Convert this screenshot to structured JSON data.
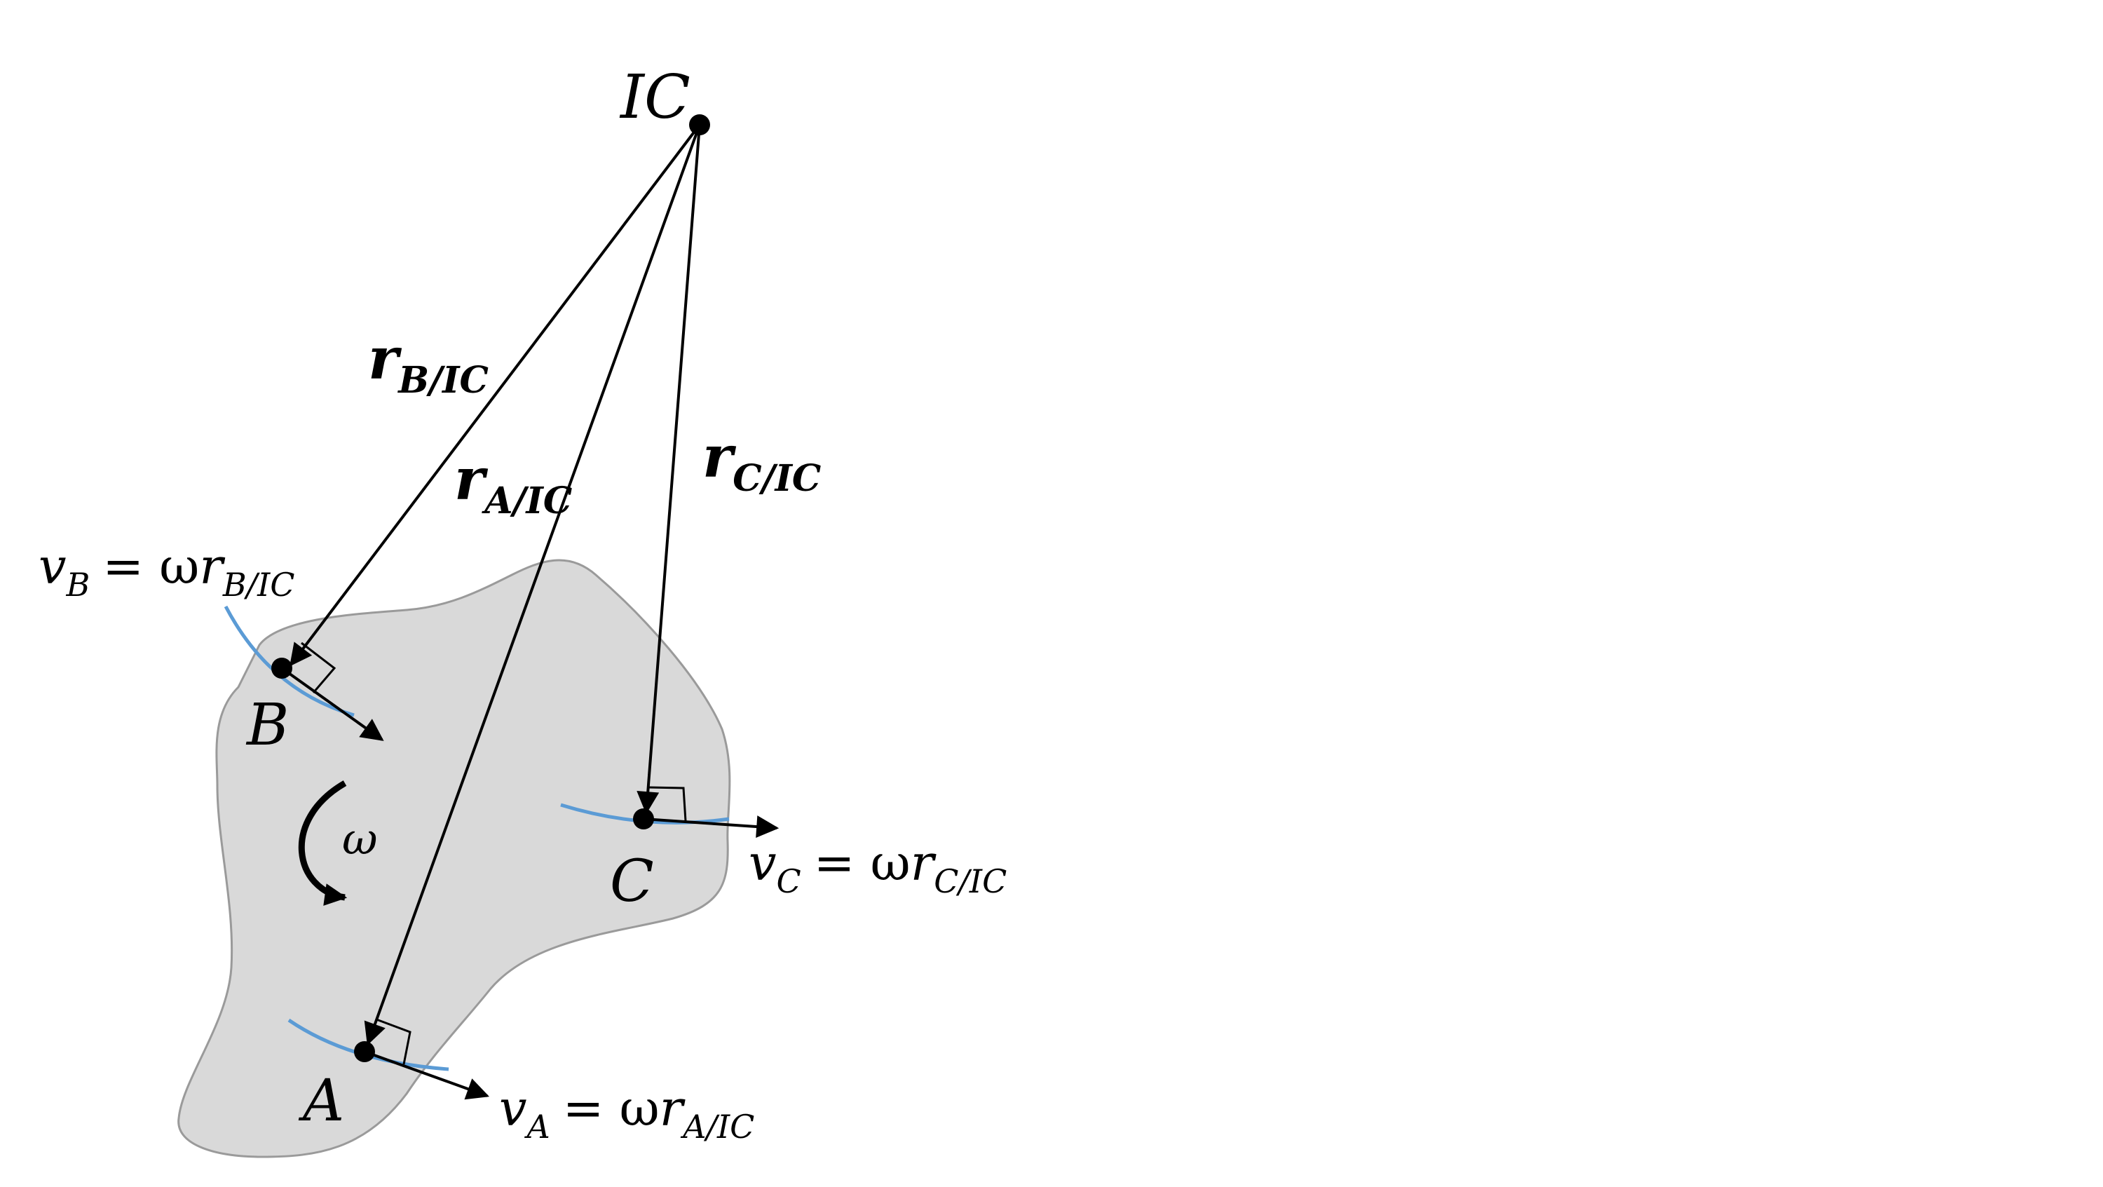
{
  "labels": {
    "ic": "IC",
    "point_a": "A",
    "point_b": "B",
    "point_c": "C",
    "omega": "ω",
    "r_b": {
      "main": "r",
      "sub": "B/IC"
    },
    "r_a": {
      "main": "r",
      "sub": "A/IC"
    },
    "r_c": {
      "main": "r",
      "sub": "C/IC"
    },
    "v_b": {
      "v": "v",
      "v_sub": "B",
      "eq": "= ω",
      "r": "r",
      "r_sub": "B/IC"
    },
    "v_c": {
      "v": "v",
      "v_sub": "C",
      "eq": "= ω",
      "r": "r",
      "r_sub": "C/IC"
    },
    "v_a": {
      "v": "v",
      "v_sub": "A",
      "eq": "= ω",
      "r": "r",
      "r_sub": "A/IC"
    }
  },
  "colors": {
    "body_fill": "#d9d9d9",
    "body_stroke": "#9a9a9a",
    "path_arc": "#5b9bd5",
    "ink": "#000000"
  }
}
